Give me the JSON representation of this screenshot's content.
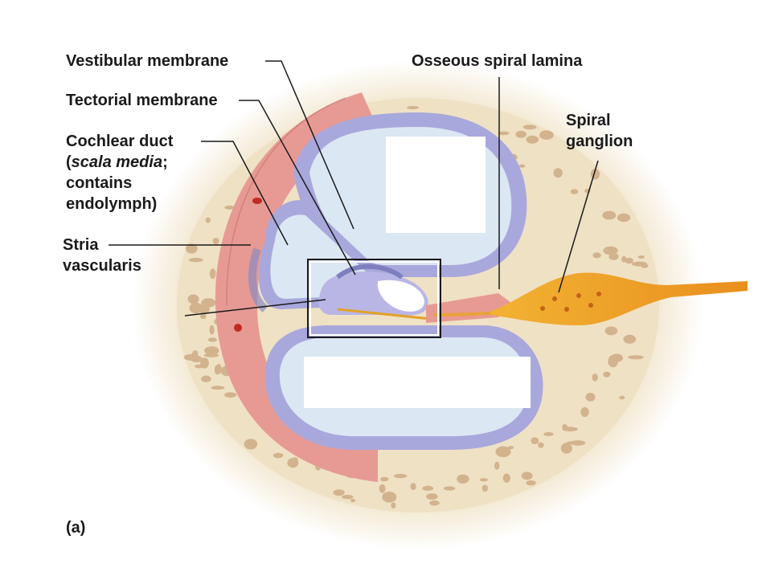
{
  "labels": {
    "vestibular_membrane": "Vestibular membrane",
    "tectorial_membrane": "Tectorial membrane",
    "cochlear_duct": "Cochlear duct",
    "cochlear_duct_open_paren": "(",
    "scala_media": "scala media",
    "cochlear_duct_semicolon": ";",
    "contains": "contains",
    "endolymph": "endolymph)",
    "stria_line1": "Stria",
    "stria_line2": "vascularis",
    "osseous_spiral_lamina": "Osseous spiral lamina",
    "spiral_line1": "Spiral",
    "spiral_line2": "ganglion",
    "panel_letter": "(a)"
  },
  "colors": {
    "bone": "#efe1c4",
    "bone_pit": "#c9a47c",
    "stria": "#e79a93",
    "membrane_cell": "#a9a8dc",
    "fluid": "#dbe7f3",
    "ganglion": "#f0a72c",
    "label_box": "#ffffff",
    "leader_line": "#1a1a1a"
  },
  "blank_boxes": 2
}
